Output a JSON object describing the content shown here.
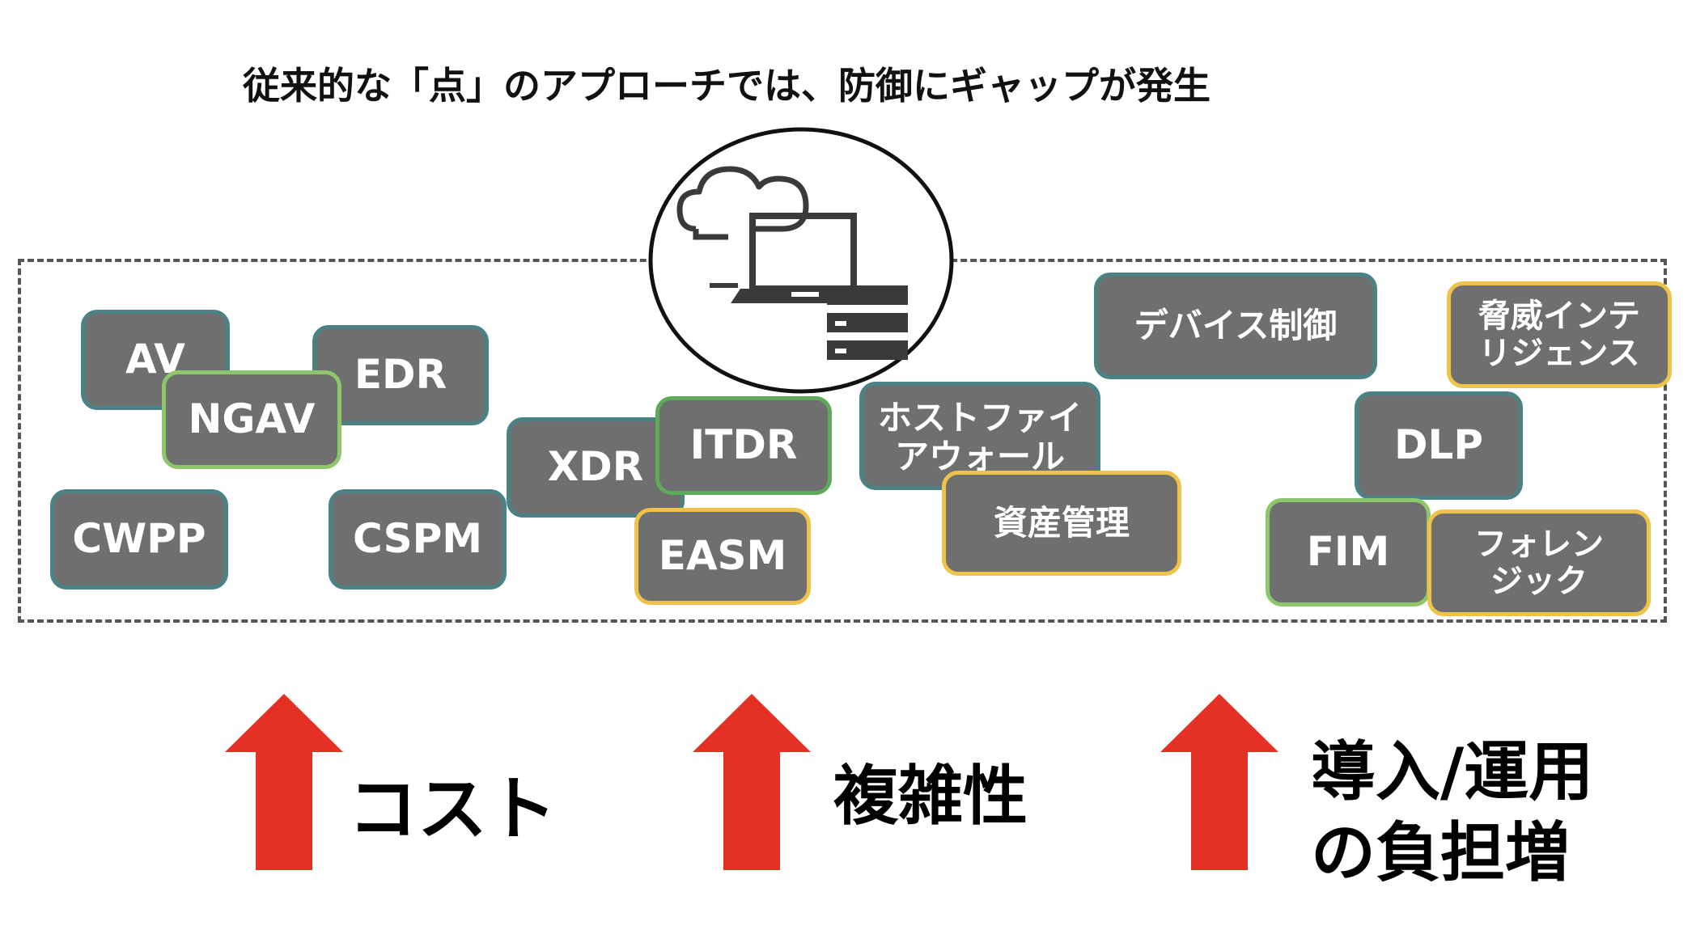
{
  "title": "従来的な「点」のアプローチでは、防御にギャップが発生",
  "center_icon": "cloud-laptop-server-icon",
  "boxes": {
    "av": "AV",
    "edr": "EDR",
    "ngav": "NGAV",
    "cwpp": "CWPP",
    "cspm": "CSPM",
    "xdr": "XDR",
    "itdr": "ITDR",
    "easm": "EASM",
    "firewall": [
      "ホストファイ",
      "アウォール"
    ],
    "asset": "資産管理",
    "device": "デバイス制御",
    "threat": [
      "脅威インテ",
      "リジェンス"
    ],
    "dlp": "DLP",
    "fim": "FIM",
    "forensic": [
      "フォレン",
      "ジック"
    ]
  },
  "impacts": {
    "cost": "コスト",
    "complexity": "複雑性",
    "burden_line1": "導入/運用",
    "burden_line2": "の負担増"
  },
  "colors": {
    "box_fill": "#6f6f6f",
    "border_teal": "#4a8286",
    "border_green": "#8dc66b",
    "border_yellow": "#efc24a",
    "arrow_red": "#e53125"
  }
}
